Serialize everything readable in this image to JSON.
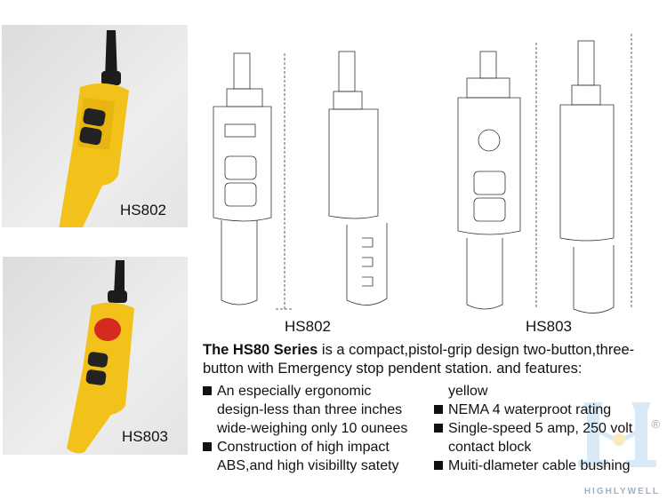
{
  "photos": [
    {
      "label": "HS802"
    },
    {
      "label": "HS803"
    }
  ],
  "drawings": {
    "labels": [
      "HS802",
      "HS803"
    ]
  },
  "description": {
    "prefix": "The ",
    "series": "HS80 Series",
    "rest": " is a compact,pistol-grip design two-button,three-button with Emergency stop pendent station. and features:"
  },
  "features_left": [
    {
      "lines": [
        "An especially ergonomic",
        "design-less than three inches",
        "wide-weighing only 10 ounees"
      ]
    },
    {
      "lines": [
        "Construction of high impact",
        "ABS,and high visibillty satety"
      ]
    }
  ],
  "features_right": {
    "continuation": "yellow",
    "items": [
      {
        "lines": [
          "NEMA 4 waterproot rating"
        ]
      },
      {
        "lines": [
          "Single-speed 5 amp, 250 volt",
          "contact block"
        ]
      },
      {
        "lines": [
          "Muiti-dlameter cable bushing"
        ]
      }
    ]
  },
  "watermark": {
    "brand": "HIGHLYWELL",
    "registered": "®"
  },
  "colors": {
    "housing": "#f2c21b",
    "estop": "#d42a1f",
    "button": "#222222"
  }
}
